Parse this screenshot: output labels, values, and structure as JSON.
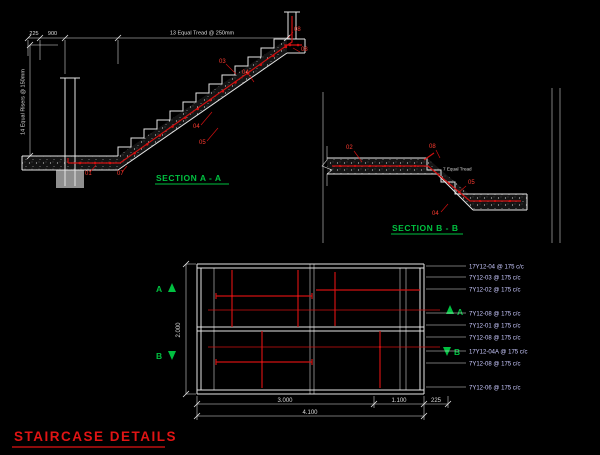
{
  "colors": {
    "background": "#000000",
    "lines": "#e4e4e4",
    "rebar": "#cf1010",
    "bar_label": "#ff3b30",
    "section_label": "#00c040",
    "callout_text": "#c9c9ff",
    "dim_text": "#dcdcdc",
    "title": "#e01414"
  },
  "drawing_title": "STAIRCASE  DETAILS",
  "section_a": {
    "title": "SECTION  A - A",
    "dim_offset": "225",
    "dim_wall": "900",
    "treads_note": "13 Equal Tread @ 250mm",
    "risers_note": "14 Equal Risers @ 150mm",
    "bar_marks": [
      "08",
      "08",
      "03",
      "04",
      "04",
      "05",
      "01",
      "07"
    ]
  },
  "section_b": {
    "title": "SECTION  B - B",
    "treads_note": "7 Equal Tread",
    "bar_marks": [
      "02",
      "08",
      "05",
      "04"
    ]
  },
  "plan": {
    "marker_a": "A",
    "marker_b": "B",
    "callouts": [
      "17Y12-04 @ 175 c/c",
      "7Y12-03 @ 175 c/c",
      "7Y12-02 @ 175 c/c",
      "7Y12-08 @ 175 c/c",
      "7Y12-01 @ 175 c/c",
      "7Y12-08 @ 175 c/c",
      "17Y12-04A @ 175 c/c",
      "7Y12-08 @ 175 c/c",
      "7Y12-06 @ 175 c/c"
    ],
    "dim_flight": "3.000",
    "dim_landing": "1.100",
    "dim_wall": "225",
    "dim_total": "4.100",
    "dim_width": "2.000"
  }
}
